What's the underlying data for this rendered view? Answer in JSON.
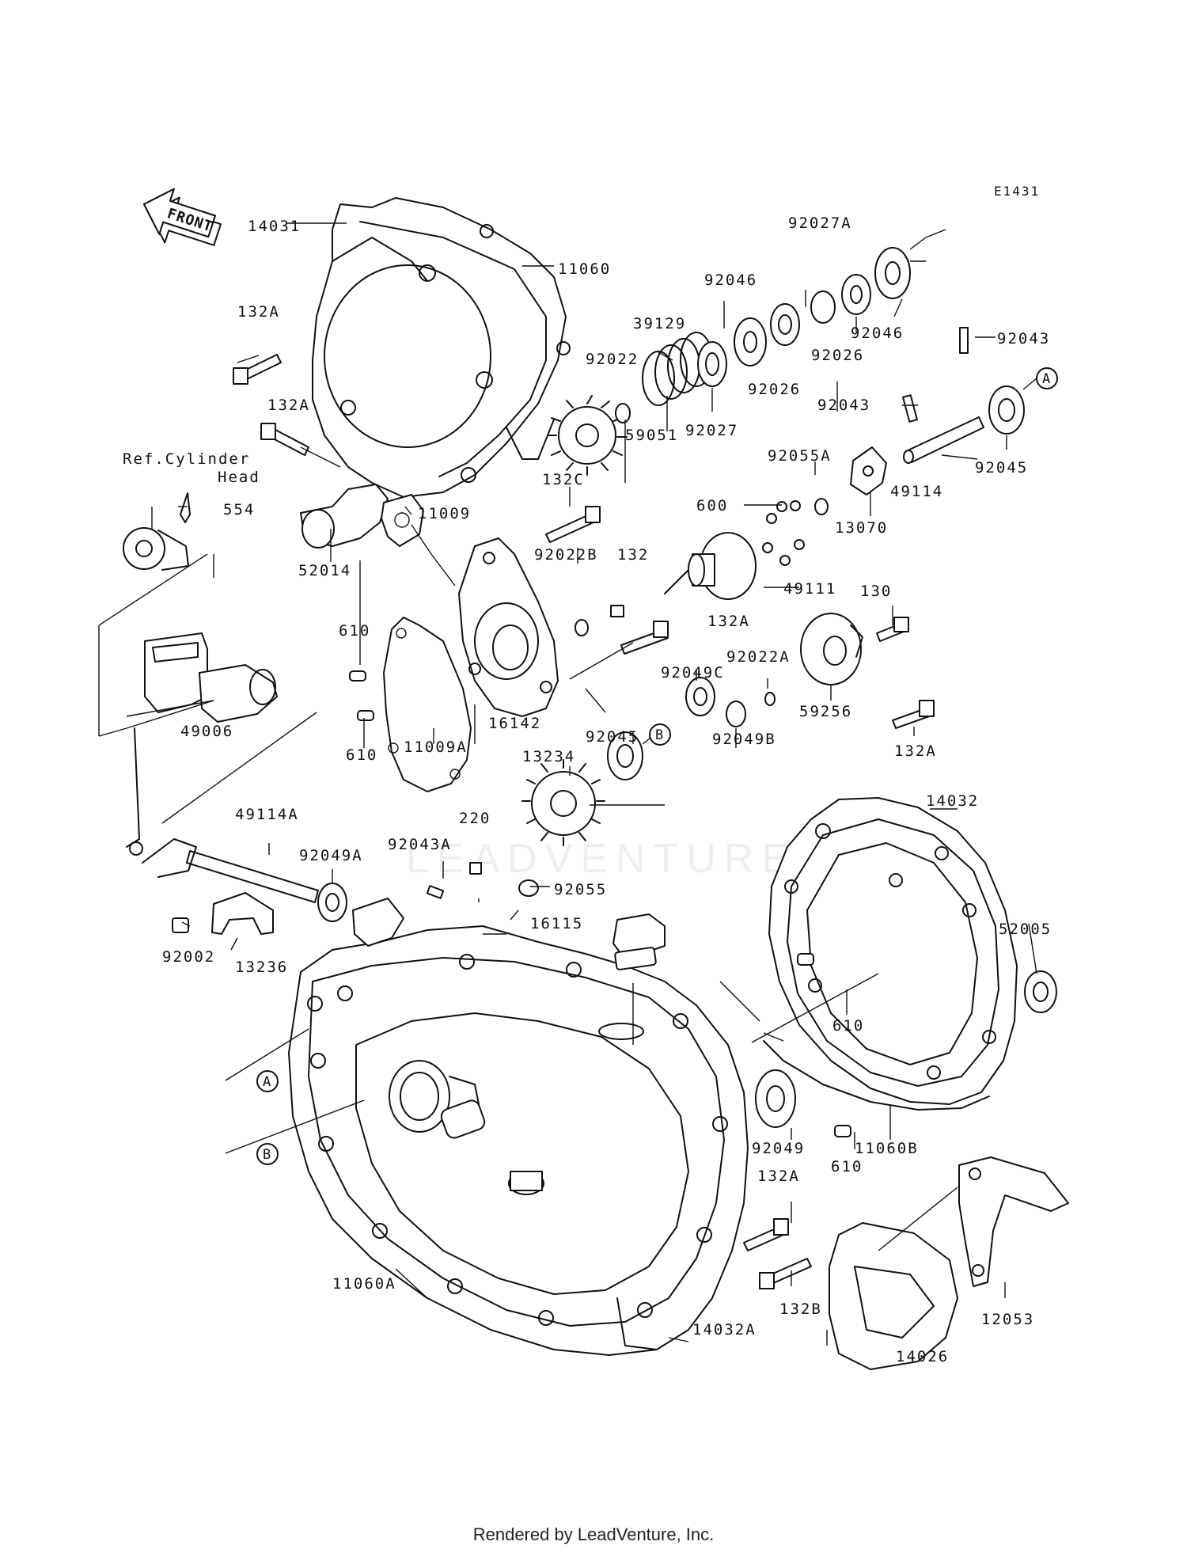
{
  "diagram_code": "E1431",
  "front_label": "FRONT",
  "reference_note": [
    "Ref.Cylinder",
    "Head"
  ],
  "circle_markers": [
    "A",
    "B"
  ],
  "watermark_text": "LEADVENTURE",
  "footer_text": "Rendered by LeadVenture, Inc.",
  "parts": [
    "14031",
    "11060",
    "132A",
    "132A",
    "554",
    "52014",
    "11009",
    "49006",
    "610",
    "610",
    "11009A",
    "16142",
    "132C",
    "92022B",
    "132",
    "132A",
    "92022",
    "39129",
    "92027",
    "92046",
    "92027A",
    "92026",
    "92026",
    "92046",
    "92043",
    "92043",
    "92045",
    "49114",
    "59051",
    "92055A",
    "600",
    "13070",
    "49111",
    "130",
    "92022A",
    "59256",
    "92049C",
    "92049B",
    "92045",
    "13234",
    "49114A",
    "92049A",
    "92043A",
    "220",
    "92055",
    "92002",
    "13236",
    "16115",
    "610",
    "132A",
    "14032",
    "52005",
    "92049",
    "610",
    "11060B",
    "132A",
    "132B",
    "14026",
    "12053",
    "11060A",
    "14032A"
  ]
}
